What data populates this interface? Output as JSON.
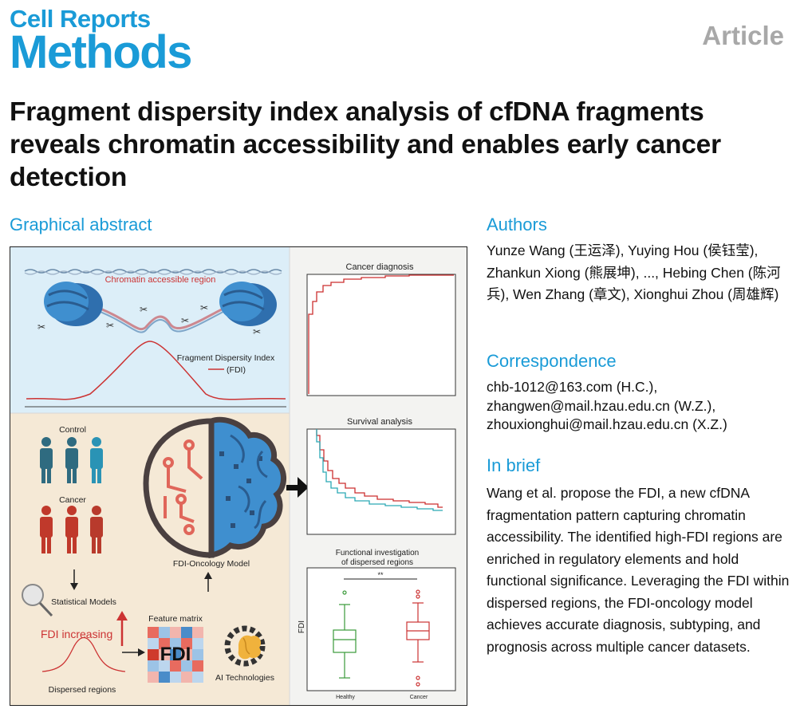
{
  "journal": {
    "line1": "Cell Reports",
    "line2": "Methods"
  },
  "article_type": "Article",
  "title": "Fragment dispersity index analysis of cfDNA fragments reveals chromatin accessibility and enables early cancer detection",
  "graphical_abstract": {
    "heading": "Graphical abstract",
    "chromatin_label": "Chromatin accessible region",
    "fdi_label_line1": "Fragment Dispersity Index",
    "fdi_label_line2": "(FDI)",
    "control_label": "Control",
    "cancer_label": "Cancer",
    "statistical_models_label": "Statistical Models",
    "fdi_increasing_label": "FDI increasing",
    "dispersed_regions_label": "Dispersed regions",
    "feature_matrix_label": "Feature matrix",
    "matrix_text": "FDI",
    "ai_label": "AI Technologies",
    "model_label": "FDI-Oncology Model",
    "panel1_title": "Cancer diagnosis",
    "panel2_title": "Survival analysis",
    "panel3_title_line1": "Functional investigation",
    "panel3_title_line2": "of dispersed regions",
    "panel3_ylabel": "FDI",
    "panel3_sig": "**",
    "panel3_cat1": "Healthy",
    "panel3_cat2": "Cancer",
    "colors": {
      "accent": "#1a9bd7",
      "red": "#cc3333",
      "teal": "#2aa9b5",
      "green": "#3a9a3a",
      "brain_blue": "#3f8fcf",
      "cream": "#f5e9d6",
      "light_blue": "#dceef8"
    }
  },
  "authors": {
    "heading": "Authors",
    "text": "Yunze Wang (王运泽), Yuying Hou (侯钰莹), Zhankun Xiong (熊展坤), ..., Hebing Chen (陈河兵), Wen Zhang (章文), Xionghui Zhou (周雄辉)"
  },
  "correspondence": {
    "heading": "Correspondence",
    "lines": [
      "chb-1012@163.com (H.C.),",
      "zhangwen@mail.hzau.edu.cn (W.Z.),",
      "zhouxionghui@mail.hzau.edu.cn (X.Z.)"
    ]
  },
  "in_brief": {
    "heading": "In brief",
    "text": "Wang et al. propose the FDI, a new cfDNA fragmentation pattern capturing chromatin accessibility. The identified high-FDI regions are enriched in regulatory elements and hold functional significance. Leveraging the FDI within dispersed regions, the FDI-oncology model achieves accurate diagnosis, subtyping, and prognosis across multiple cancer datasets."
  }
}
